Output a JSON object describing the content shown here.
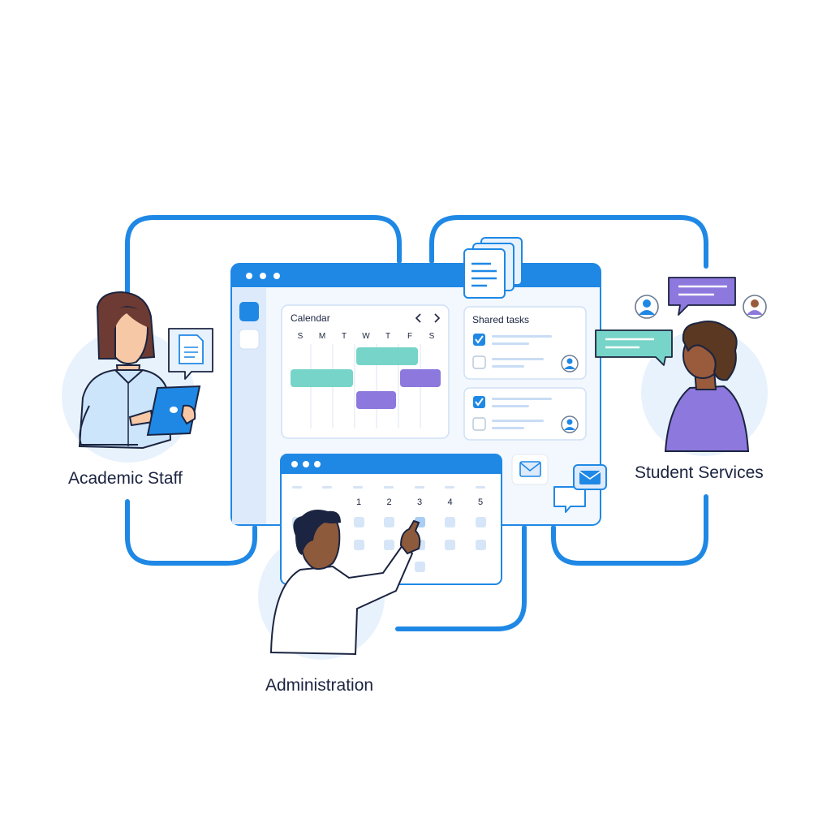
{
  "groups": {
    "academic": "Academic Staff",
    "student": "Student Services",
    "admin": "Administration"
  },
  "calendar_widget": {
    "title": "Calendar",
    "days": [
      "S",
      "M",
      "T",
      "W",
      "T",
      "F",
      "S"
    ],
    "prev_icon": "chevron-left-icon",
    "next_icon": "chevron-right-icon"
  },
  "shared_tasks": {
    "title": "Shared tasks",
    "items": [
      {
        "checked": true
      },
      {
        "checked": false
      },
      {
        "checked": true
      },
      {
        "checked": false
      }
    ]
  },
  "month_calendar": {
    "dates": [
      "1",
      "2",
      "3",
      "4",
      "5"
    ]
  },
  "colors": {
    "accent": "#1f88e5",
    "teal": "#77d4c8",
    "purple": "#8d78dd",
    "navy": "#1b2440",
    "light_blue": "#e8f2fd"
  }
}
